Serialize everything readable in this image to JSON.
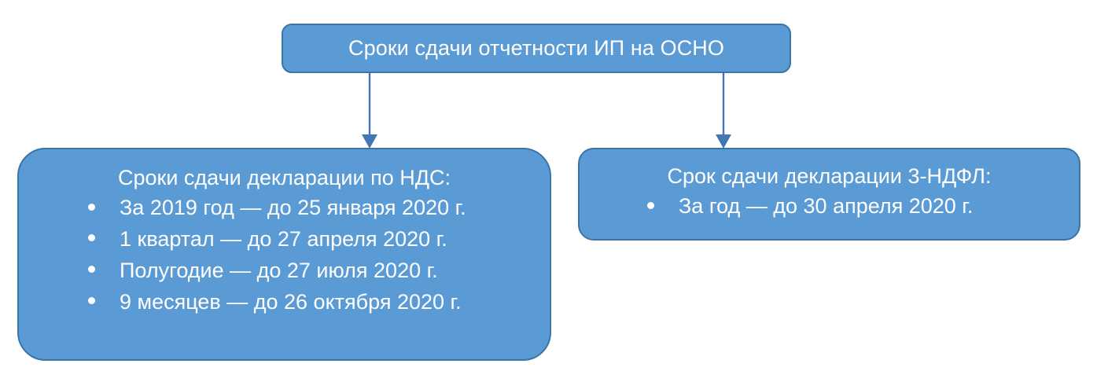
{
  "diagram": {
    "type": "flowchart",
    "direction": "top-down",
    "accent_color": "#5B9BD5",
    "border_color": "#3C74A8",
    "text_color": "#FFFFFF",
    "background_color": "#FFFFFF",
    "root": {
      "title": "Сроки сдачи отчетности ИП на ОСНО"
    },
    "branches": [
      {
        "id": "vat",
        "heading": "Сроки сдачи декларации по НДС:",
        "items": [
          "За 2019 год — до 25 января 2020 г.",
          "1 квартал — до 27 апреля 2020 г.",
          "Полугодие — до 27 июля 2020 г.",
          "9 месяцев — до 26 октября 2020 г."
        ]
      },
      {
        "id": "ndfl",
        "heading": "Срок сдачи декларации 3-НДФЛ:",
        "items": [
          "За год — до 30 апреля 2020 г."
        ]
      }
    ],
    "connectors": [
      {
        "id": "left",
        "from": "root",
        "to": "vat",
        "style": "arrow-down"
      },
      {
        "id": "right",
        "from": "root",
        "to": "ndfl",
        "style": "arrow-down"
      }
    ]
  }
}
